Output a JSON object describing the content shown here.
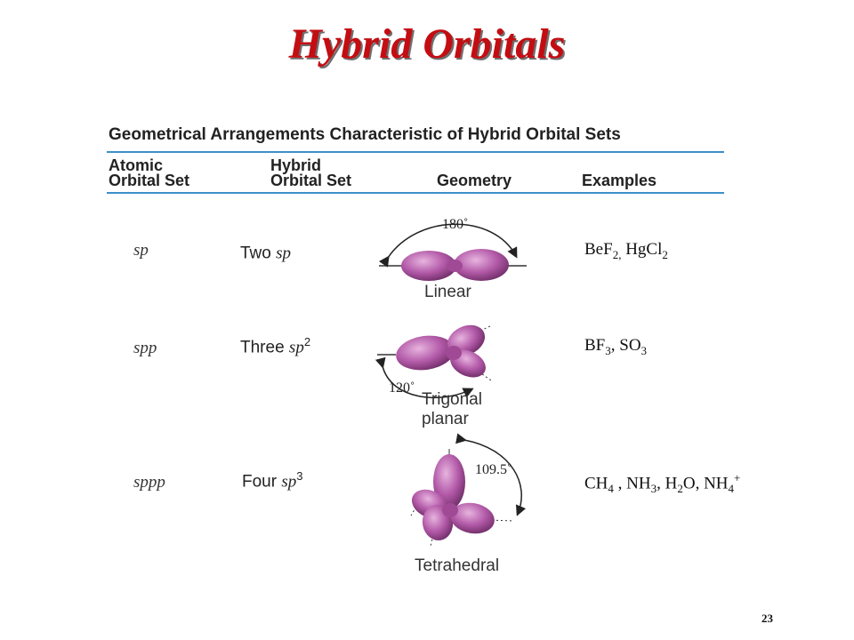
{
  "slide": {
    "title": "Hybrid Orbitals",
    "page_number": "23"
  },
  "table": {
    "caption": "Geometrical Arrangements Characteristic of Hybrid Orbital Sets",
    "headers": {
      "atomic_line1": "Atomic",
      "atomic_line2": "Orbital Set",
      "hybrid_line1": "Hybrid",
      "hybrid_line2": "Orbital Set",
      "geometry": "Geometry",
      "examples": "Examples"
    },
    "rows": [
      {
        "atomic": "sp",
        "hybrid_word": "Two",
        "hybrid_sp": "sp",
        "hybrid_sup": "",
        "angle": "180˚",
        "geometry": "Linear",
        "geometry_line2": ""
      },
      {
        "atomic": "spp",
        "hybrid_word": "Three",
        "hybrid_sp": "sp",
        "hybrid_sup": "2",
        "angle": "120˚",
        "geometry": "Trigonal",
        "geometry_line2": "planar"
      },
      {
        "atomic": "sppp",
        "hybrid_word": "Four",
        "hybrid_sp": "sp",
        "hybrid_sup": "3",
        "angle": "109.5˚",
        "geometry": "Tetrahedral",
        "geometry_line2": ""
      }
    ],
    "examples": {
      "row1": {
        "a": "BeF",
        "a_sub": "2,",
        "b": " HgCl",
        "b_sub": "2"
      },
      "row2": {
        "a": "BF",
        "a_sub": "3",
        "b": ", SO",
        "b_sub": "3"
      },
      "row3": {
        "a": "CH",
        "a_sub": "4",
        "b": " , NH",
        "b_sub": "3",
        "c": ", H",
        "c_sub": "2",
        "d": "O, NH",
        "d_sub": "4",
        "d_sup": "+"
      }
    }
  },
  "colors": {
    "title": "#c40d12",
    "rule": "#3d8fc9",
    "orbital": "#b35aa8"
  },
  "icons": [
    "linear-orbital-icon",
    "trigonal-planar-orbital-icon",
    "tetrahedral-orbital-icon"
  ]
}
